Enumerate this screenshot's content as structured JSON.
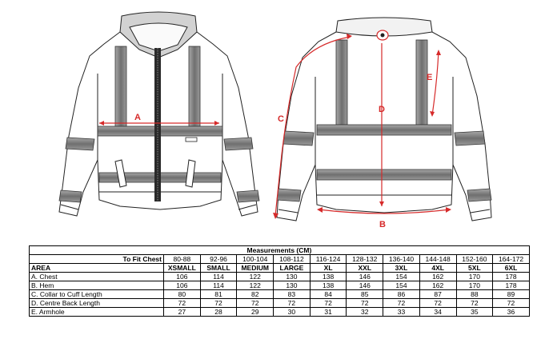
{
  "colors": {
    "annotation": "#d62a2a",
    "reflective": "#7b7b7b",
    "outline": "#222222"
  },
  "diagram_labels": {
    "a": "A",
    "b": "B",
    "c": "C",
    "d": "D",
    "e": "E"
  },
  "table": {
    "title": "Measurements (CM)",
    "fit_chest_label": "To Fit Chest",
    "fit_chest": [
      "80-88",
      "92-96",
      "100-104",
      "108-112",
      "116-124",
      "128-132",
      "136-140",
      "144-148",
      "152-160",
      "164-172"
    ],
    "area_label": "AREA",
    "sizes": [
      "XSMALL",
      "SMALL",
      "MEDIUM",
      "LARGE",
      "XL",
      "XXL",
      "3XL",
      "4XL",
      "5XL",
      "6XL"
    ],
    "rows": [
      {
        "label": "A. Chest",
        "values": [
          "106",
          "114",
          "122",
          "130",
          "138",
          "146",
          "154",
          "162",
          "170",
          "178"
        ]
      },
      {
        "label": "B. Hem",
        "values": [
          "106",
          "114",
          "122",
          "130",
          "138",
          "146",
          "154",
          "162",
          "170",
          "178"
        ]
      },
      {
        "label": "C. Collar to Cuff Length",
        "values": [
          "80",
          "81",
          "82",
          "83",
          "84",
          "85",
          "86",
          "87",
          "88",
          "89"
        ]
      },
      {
        "label": "D. Centre Back Length",
        "values": [
          "72",
          "72",
          "72",
          "72",
          "72",
          "72",
          "72",
          "72",
          "72",
          "72"
        ]
      },
      {
        "label": "E. Armhole",
        "values": [
          "27",
          "28",
          "29",
          "30",
          "31",
          "32",
          "33",
          "34",
          "35",
          "36"
        ]
      }
    ]
  }
}
